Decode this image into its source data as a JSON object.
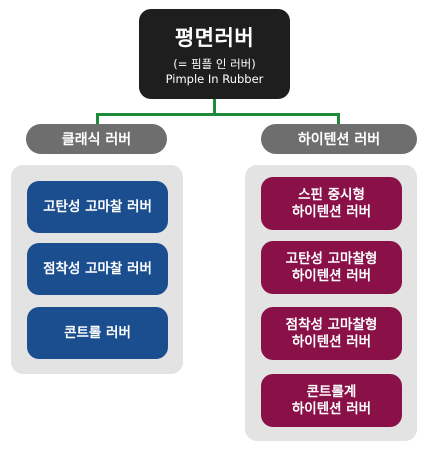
{
  "root": {
    "title": "평면러버",
    "subtitle": "(= 핌플 인 러버)",
    "english": "Pimple In Rubber"
  },
  "left": {
    "category": "클래식 러버",
    "items": [
      "고탄성 고마찰 러버",
      "점착성 고마찰 러버",
      "콘트롤 러버"
    ]
  },
  "right": {
    "category": "하이텐션 러버",
    "items": [
      "스핀 중시형\n하이텐션 러버",
      "고탄성 고마찰형\n하이텐션 러버",
      "점착성 고마찰형\n하이텐션 러버",
      "콘트롤계\n하이텐션 러버"
    ]
  },
  "colors": {
    "root": "#1e1e1e",
    "connector": "#1f8a3a",
    "category": "#6e6e6e",
    "panel": "#e3e3e3",
    "left_item": "#1b4e8f",
    "right_item": "#8a1048"
  }
}
